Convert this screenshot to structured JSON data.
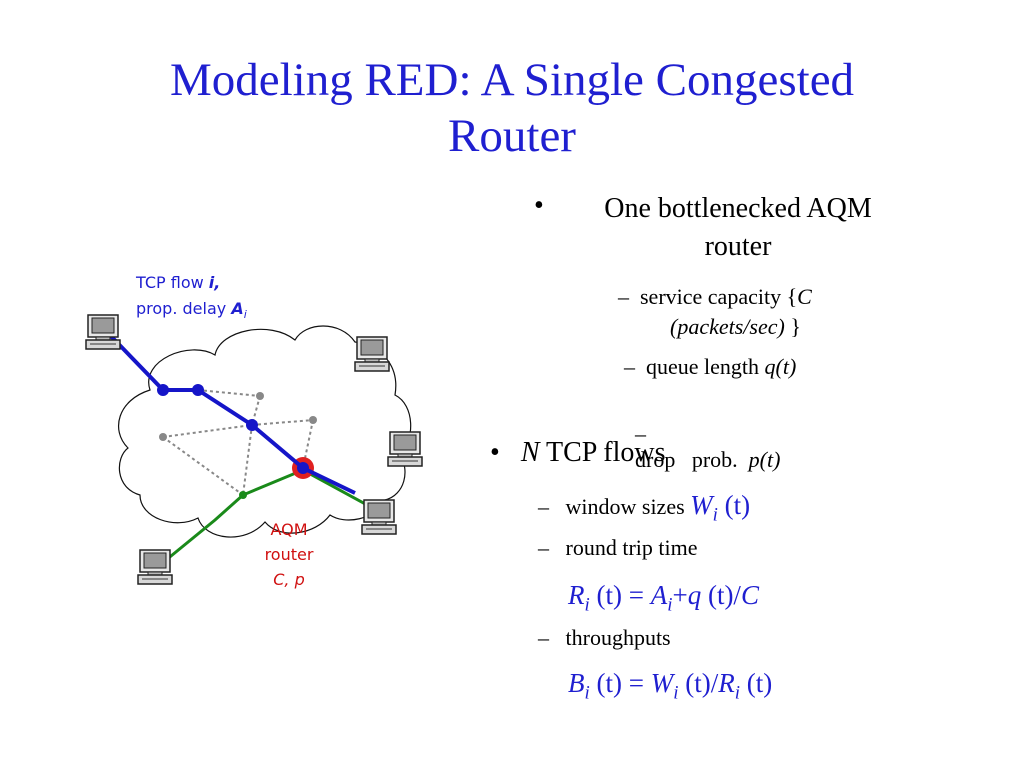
{
  "slide": {
    "title_line1": "Modeling RED: A Single Congested",
    "title_line2": "Router"
  },
  "diagram": {
    "flow_label_prefix": "TCP flow ",
    "flow_label_var": "i,",
    "delay_label_prefix": "prop. delay ",
    "delay_var": "A",
    "delay_sub": "i",
    "router_line1": "AQM",
    "router_line2": "router",
    "router_line3": "C, p",
    "colors": {
      "flow_line": "#1515c8",
      "other_flow": "#1a8a1a",
      "router": "#e02020",
      "label_blue": "#1f1fd0",
      "label_red": "#d01010"
    }
  },
  "bullets": {
    "b1_bullet": "•",
    "b1_line1": "One bottlenecked AQM",
    "b1_line2": "router",
    "dash": "–",
    "s1_text": "service capacity {",
    "s1_var": "C",
    "s1_line2_var": "(packets/sec)",
    "s1_close": "}",
    "s2_text": "queue length ",
    "s2_var": "q(t)",
    "s3_text": "drop   prob.  ",
    "s3_var": "p(t)",
    "b2_var": "N",
    "b2_text": " TCP flows",
    "s4_text": "window sizes ",
    "s4_var": "W",
    "s4_sub": "i",
    "s4_t": " (t)",
    "s5_text": "round trip time",
    "f1_R": "R",
    "f1_sub": "i",
    "f1_eq": " (t) = ",
    "f1_A": "A",
    "f1_plus": "+",
    "f1_q": "q",
    "f1_t": " (t)/",
    "f1_C": "C",
    "s6_text": "throughputs",
    "f2_B": "B",
    "f2_sub": "i",
    "f2_eq": " (t) = ",
    "f2_W": "W",
    "f2_t": " (t)/",
    "f2_R": "R",
    "f2_end": " (t)"
  }
}
